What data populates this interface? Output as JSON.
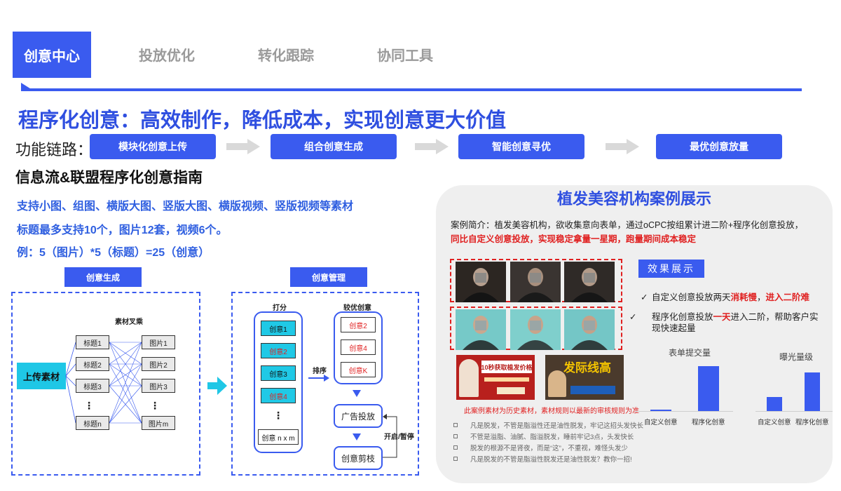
{
  "tabs": {
    "active": "创意中心",
    "items": [
      "投放优化",
      "转化跟踪",
      "协同工具"
    ]
  },
  "headline": "程序化创意：高效制作，降低成本，实现创意更大价值",
  "chain": {
    "label": "功能链路：",
    "steps": [
      "模块化创意上传",
      "组合创意生成",
      "智能创意寻优",
      "最优创意放量"
    ]
  },
  "guide": {
    "title": "信息流&联盟程序化创意指南",
    "lines": [
      "支持小图、组图、横版大图、竖版大图、横版视频、竖版视频等素材",
      "标题最多支持10个，图片12套，视频6个。",
      "例：5（图片）*5（标题）=25（创意）"
    ]
  },
  "diagram_generate": {
    "label": "创意生成",
    "material_label": "素材叉乘",
    "upload": "上传素材",
    "titles": [
      "标题1",
      "标题2",
      "标题3",
      "⋮",
      "标题n"
    ],
    "images": [
      "图片1",
      "图片2",
      "图片3",
      "⋮",
      "图片m"
    ]
  },
  "diagram_manage": {
    "label": "创意管理",
    "score_label": "打分",
    "score_items": [
      "创意1",
      "创意2",
      "创意3",
      "创意4",
      "⋮",
      "创意 n x m"
    ],
    "sort_label": "排序",
    "best_label": "较优创意",
    "best_items": [
      "创意2",
      "创意4",
      "创意K"
    ],
    "ad_delivery": "广告投放",
    "start_pause": "开启/暂停",
    "prune": "创意剪枝"
  },
  "case": {
    "title": "植发美容机构案例展示",
    "intro": "案例简介：植发美容机构，欲收集意向表单，通过oCPC按组累计进二阶+程序化创意投放，",
    "intro_red": "同比自定义创意投放，实现稳定拿量一星期，跑量期间成本稳定",
    "ad1_text": "10秒获取植发价格",
    "ad2_text": "发际线高",
    "note": "此案例素材为历史素材，素材规则以最新的审核规则为准",
    "bullets": [
      "凡是脱发，不管是脂溢性还是油性脱发，牢记这招头发快长",
      "不管是溢脂、油腻、脂溢脱发，睡前牢记3点，头发快长",
      "脱发的根源不是肾夜，而是“这”，不重视，难怪头发少",
      "凡是脱发的不管是脂溢性脱发还是油性脱发？教你一招!"
    ],
    "effect_title": "效果展示",
    "effects": [
      {
        "pre": "自定义创意投放两天",
        "red": "消耗慢",
        "mid": "，",
        "red2": "进入二阶难",
        "post": ""
      },
      {
        "pre": "程序化创意投放",
        "red": "一天",
        "mid": "进入二阶，帮助客户实现快速起量",
        "red2": "",
        "post": ""
      }
    ]
  },
  "chart_data": [
    {
      "type": "bar",
      "title": "表单提交量",
      "categories": [
        "自定义创意",
        "程序化创意"
      ],
      "values": [
        2,
        55
      ]
    },
    {
      "type": "bar",
      "title": "曝光量级",
      "categories": [
        "自定义创意",
        "程序化创意"
      ],
      "values": [
        18,
        50
      ]
    }
  ],
  "colors": {
    "accent": "#3a5bef",
    "cyan": "#1fc7e6",
    "red": "#e02020"
  }
}
